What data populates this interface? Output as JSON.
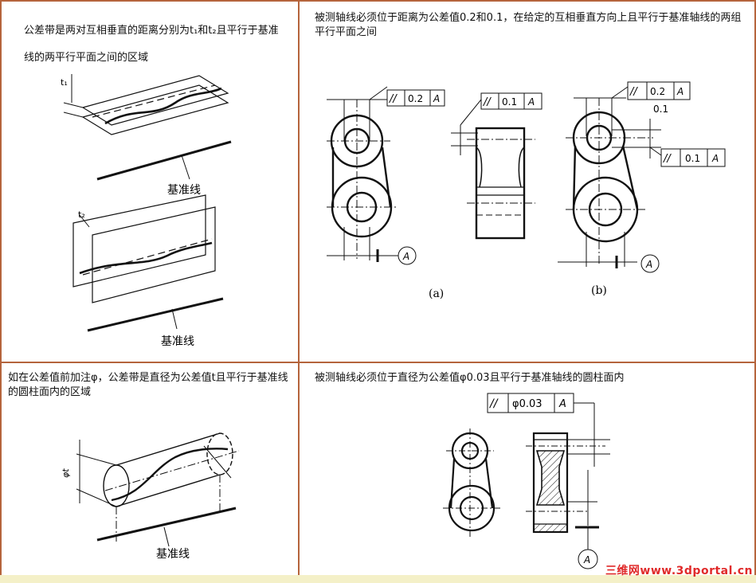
{
  "cells": {
    "top_left": {
      "description": "公差带是两对互相垂直的距离分别为t₁和t₂且平行于基准线的两平行平面之间的区域"
    },
    "top_right": {
      "description": "被测轴线必须位于距离为公差值0.2和0.1，在给定的互相垂直方向上且平行于基准轴线的两组平行平面之间"
    },
    "bottom_left": {
      "description": "如在公差值前加注φ，公差带是直径为公差值t且平行于基准线的圆柱面内的区域"
    },
    "bottom_right": {
      "description": "被测轴线必须位于直径为公差值φ0.03且平行于基准轴线的圆柱面内"
    }
  },
  "labels": {
    "datum_line": "基准线",
    "t1": "t₁",
    "t2": "t₂",
    "phi_t": "φt",
    "datum_letter": "A",
    "parallel_symbol": "//",
    "tol_02": "0.2",
    "tol_01": "0.1",
    "tol_phi003": "φ0.03",
    "fig_a": "(a)",
    "fig_b": "(b)",
    "dim_01": "0.1"
  },
  "watermark": "三维网www.3dportal.cn",
  "colors": {
    "border": "#b5643c",
    "watermark": "#e02a2a",
    "bottom_strip": "#f4f0c8"
  }
}
